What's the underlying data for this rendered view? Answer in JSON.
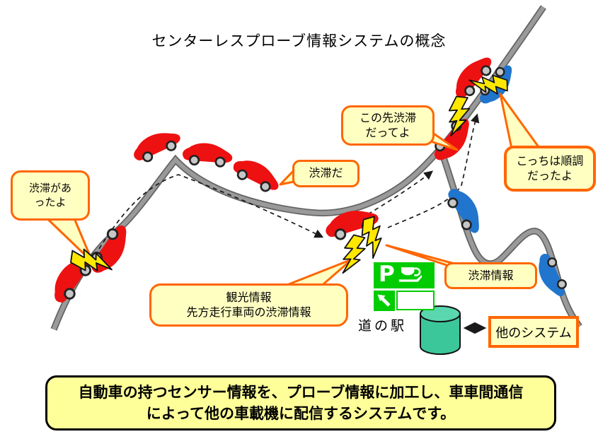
{
  "title": "センターレスプローブ情報システムの概念",
  "callouts": {
    "jam_was": {
      "lines": [
        "渋滞があ",
        "ったよ"
      ]
    },
    "jam_here": {
      "lines": [
        "渋滞だ"
      ]
    },
    "jam_ahead": {
      "lines": [
        "この先渋滞",
        "だってよ"
      ]
    },
    "smooth_here": {
      "lines": [
        "こっちは順調",
        "だったよ"
      ]
    },
    "jam_info": {
      "lines": [
        "渋滞情報"
      ]
    },
    "tourist_info": {
      "lines": [
        "観光情報",
        "先方走行車両の渋滞情報"
      ]
    }
  },
  "other_system_label": "他のシステム",
  "roadside_station": {
    "sign_parking_label": "P",
    "label": "道の駅"
  },
  "summary": {
    "lines": [
      "自動車の持つセンサー情報を、プローブ情報に加工し、車車間通信",
      "によって他の車載機に配信するシステムです。"
    ]
  },
  "colors": {
    "accent_orange": "#FF6600",
    "bubble_fill": "#FFFFC2",
    "summary_fill": "#FFFF99",
    "road_gray": "#9A9A9A",
    "car_red": "#EE1111",
    "car_blue": "#2175CC",
    "bolt_yellow": "#FFE800",
    "sign_green": "#00CC00",
    "cylinder_teal": "#3CC79B"
  }
}
